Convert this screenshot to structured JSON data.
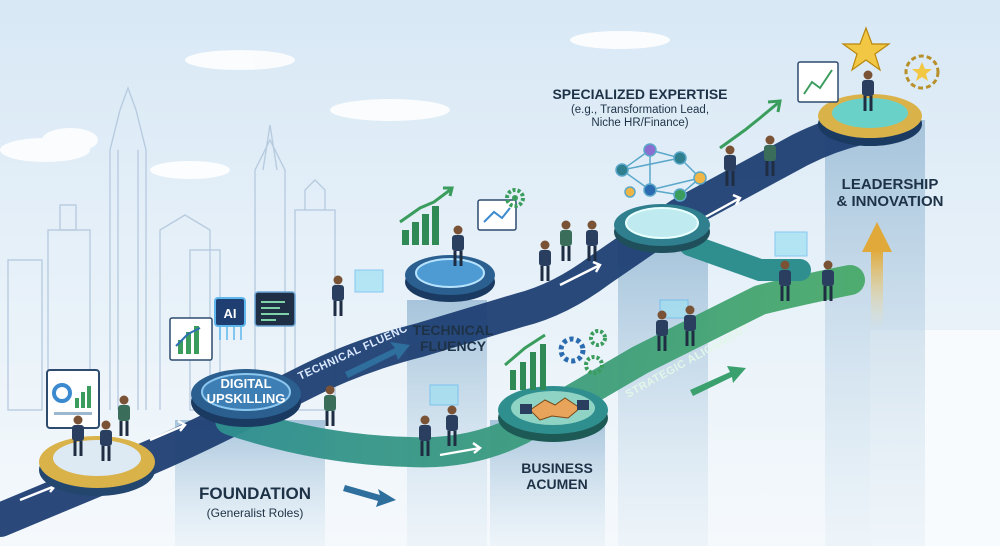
{
  "labels": {
    "foundation_title": "FOUNDATION",
    "foundation_sub": "(Generalist Roles)",
    "digital_line1": "DIGITAL",
    "digital_line2": "UPSKILLING",
    "technical_path": "TECHNICAL FLUENCY",
    "technical_line1": "TECHNICAL",
    "technical_line2": "FLUENCY",
    "business_line1": "BUSINESS",
    "business_line2": "ACUMEN",
    "strategic_path": "STRATEGIC ALIGNMENT",
    "specialized_title": "SPECIALIZED EXPERTISE",
    "specialized_sub1": "(e.g., Transformation Lead,",
    "specialized_sub2": "Niche HR/Finance)",
    "leadership_line1": "LEADERSHIP",
    "leadership_line2": "& INNOVATION",
    "ai_chip": "AI"
  },
  "colors": {
    "path_dark": "#1f3f73",
    "path_teal": "#2f8f8f",
    "path_green": "#3c9b63",
    "platform_gold": "#d9b24a",
    "platform_blue": "#2a5f8f",
    "sky": "#eef5fb",
    "city": "#c7d8e8",
    "star": "#f2c744"
  },
  "icons": [
    "dashboard-icon",
    "ai-chip-icon",
    "code-window-icon",
    "bar-chart-icon",
    "gear-icon",
    "network-icon",
    "handshake-icon",
    "trend-arrow-icon",
    "star-icon",
    "laurel-icon",
    "up-arrow-icon"
  ]
}
